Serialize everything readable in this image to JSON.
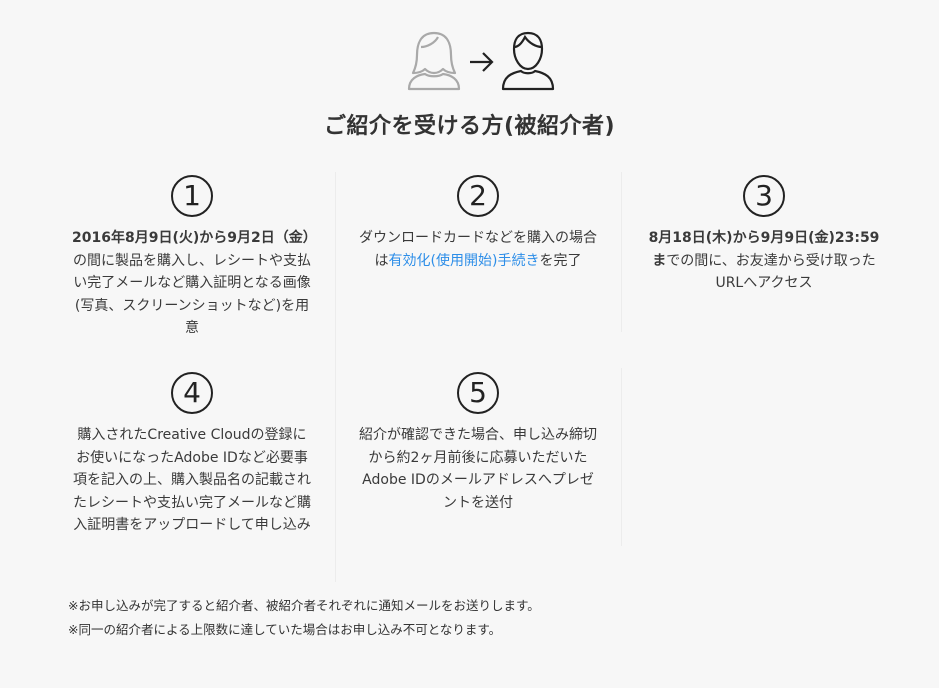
{
  "header": {
    "title": "ご紹介を受ける方(被紹介者)"
  },
  "icons": {
    "referrer": "female-person-icon",
    "arrow": "arrow-right-icon",
    "referee": "male-person-icon"
  },
  "colors": {
    "link": "#2d8ee8",
    "text": "#3a3a3a",
    "background": "#f7f7f7"
  },
  "steps": [
    {
      "number": "1",
      "text_bold": "2016年8月9日(火)から9月2日（金）",
      "text": "の間に製品を購入し、レシートや支払い完了メールなど購入証明となる画像(写真、スクリーンショットなど)を用意"
    },
    {
      "number": "2",
      "text_pre": "ダウンロードカードなどを購入の場合は",
      "text_link": "有効化(使用開始)手続き",
      "text_post": "を完了"
    },
    {
      "number": "3",
      "text_bold": "8月18日(木)から9月9日(金)23:59ま",
      "text": "での間に、お友達から受け取ったURLへアクセス"
    },
    {
      "number": "4",
      "text": "購入されたCreative Cloudの登録にお使いになったAdobe IDなど必要事項を記入の上、購入製品名の記載されたレシートや支払い完了メールなど購入証明書をアップロードして申し込み"
    },
    {
      "number": "5",
      "text": "紹介が確認できた場合、申し込み締切から約2ヶ月前後に応募いただいたAdobe IDのメールアドレスへプレゼントを送付"
    }
  ],
  "notes": [
    "※お申し込みが完了すると紹介者、被紹介者それぞれに通知メールをお送りします。",
    "※同一の紹介者による上限数に達していた場合はお申し込み不可となります。"
  ]
}
